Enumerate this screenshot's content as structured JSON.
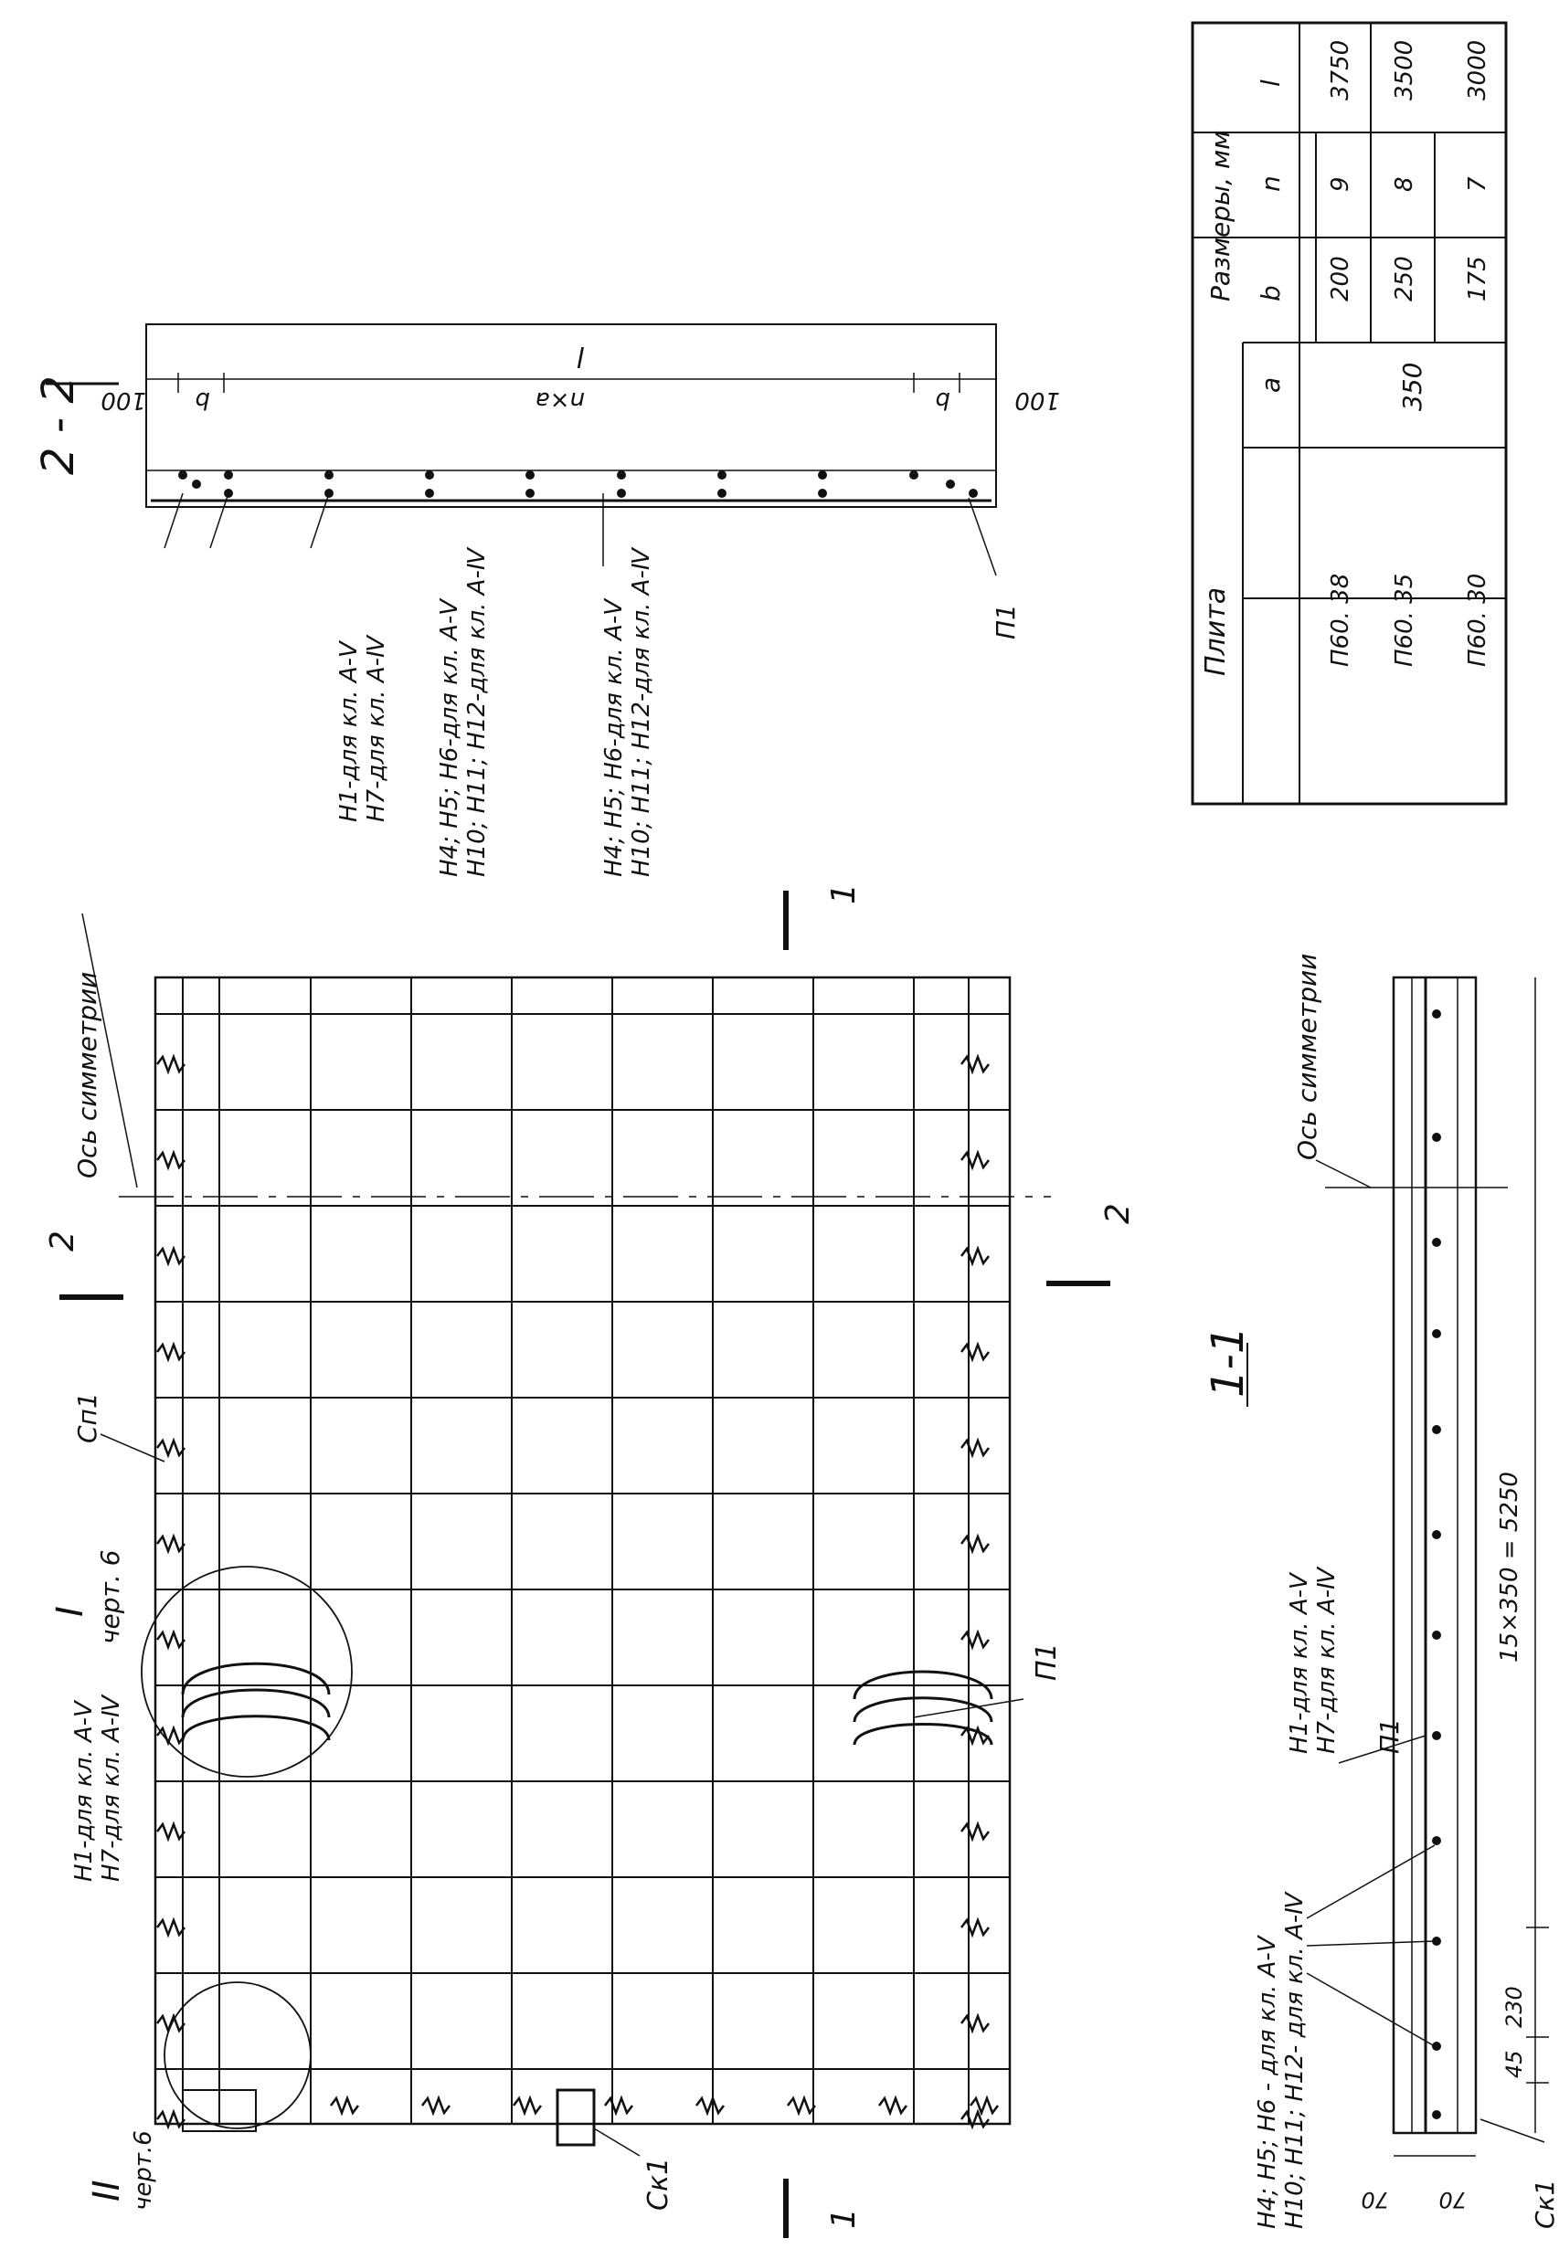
{
  "section_2_2": {
    "title": "2 - 2",
    "dim_total": "l",
    "dim_end_left": "100",
    "dim_end_right": "100",
    "dim_b_left": "b",
    "dim_b_right": "b",
    "dim_pitch": "n×a",
    "callout_top_line1": "Н1-для кл. А-Ⅴ",
    "callout_top_line2": "Н7-для кл. А-Ⅳ",
    "callout_mid_line1": "Н4; Н5; Н6-для кл. А-Ⅴ",
    "callout_mid_line2": "Н10; Н11; Н12-для кл. А-Ⅳ",
    "callout_mid2_line1": "Н4; Н5; Н6-для кл. А-Ⅴ",
    "callout_mid2_line2": "Н10; Н11; Н12-для кл. А-Ⅳ",
    "callout_loop": "П1"
  },
  "table": {
    "header_plate": "Плита",
    "header_sizes": "Размеры, мм",
    "col_a": "a",
    "col_b": "b",
    "col_n": "n",
    "col_l": "l",
    "shared_a": "350",
    "rows": [
      {
        "name": "П60. 38",
        "b": "200",
        "n": "9",
        "l": "3750"
      },
      {
        "name": "П60. 35",
        "b": "250",
        "n": "8",
        "l": "3500"
      },
      {
        "name": "П60. 30",
        "b": "175",
        "n": "7",
        "l": "3000"
      }
    ]
  },
  "plan": {
    "axis_symmetry": "Ось симметрии",
    "section_1_top": "1",
    "section_1_bottom": "1",
    "section_2_left": "2",
    "section_2_right": "2",
    "label_sp1": "Сп1",
    "node_I_title": "I",
    "node_I_ref": "черт. 6",
    "node_II_title": "II",
    "node_II_ref": "черт.6",
    "callout_h1_line1": "Н1-для кл. А-Ⅴ",
    "callout_h1_line2": "Н7-для кл. А-Ⅳ",
    "label_p1": "П1",
    "label_sk1": "Ск1"
  },
  "section_1_1": {
    "title": "1-1",
    "axis_symmetry": "Ось симметрии",
    "callout_h1_line1": "Н1-для  кл. А-Ⅴ",
    "callout_h1_line2": "Н7-для  кл. А-Ⅳ",
    "label_p1": "П1",
    "dim_main": "15×350 = 5250",
    "dim_230": "230",
    "dim_45": "45",
    "dim_70_a": "70",
    "dim_70_b": "70",
    "label_sk1": "Ск1",
    "callout_h4_line1": "Н4; Н5; Н6 - для кл. А-Ⅴ",
    "callout_h4_line2": "Н10; Н11; Н12- для кл. А-Ⅳ"
  }
}
